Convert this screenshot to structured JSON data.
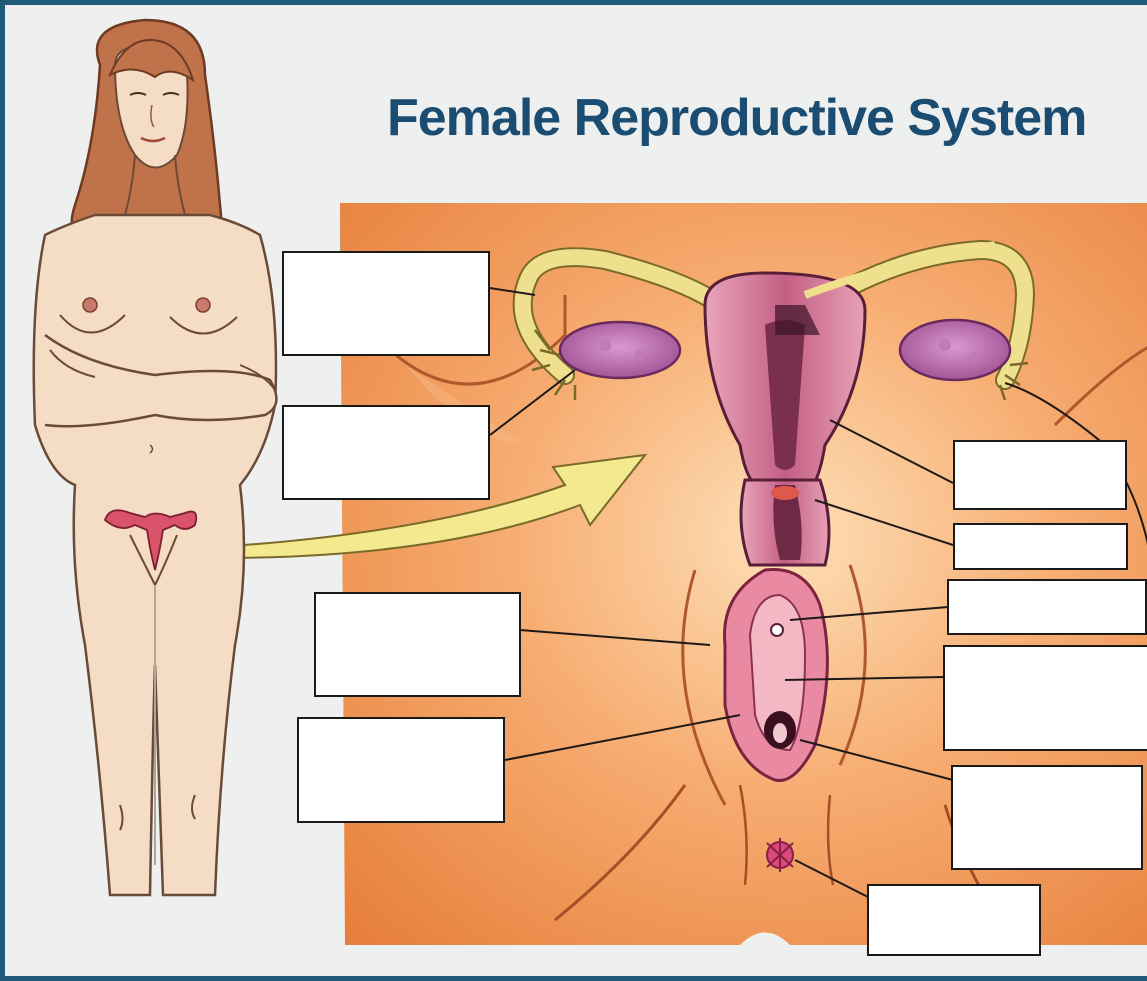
{
  "diagram": {
    "title": "Female Reproductive System",
    "colors": {
      "frame_border": "#1f5a78",
      "background": "#eef0ef",
      "title": "#1b4c72",
      "skin": "#f5dcc4",
      "hair": "#c0724a",
      "panel": "#f09a5c",
      "organ": "#d47a98",
      "tube": "#efe08e",
      "arrow": "#f3e98e",
      "label_box": "#ffffff"
    },
    "label_boxes": [
      {
        "id": "box-1",
        "value": ""
      },
      {
        "id": "box-2",
        "value": ""
      },
      {
        "id": "box-3",
        "value": ""
      },
      {
        "id": "box-4",
        "value": ""
      },
      {
        "id": "box-5",
        "value": ""
      },
      {
        "id": "box-6",
        "value": ""
      },
      {
        "id": "box-7",
        "value": ""
      },
      {
        "id": "box-8",
        "value": ""
      },
      {
        "id": "box-9",
        "value": ""
      },
      {
        "id": "box-10",
        "value": ""
      },
      {
        "id": "box-11",
        "value": ""
      }
    ]
  }
}
